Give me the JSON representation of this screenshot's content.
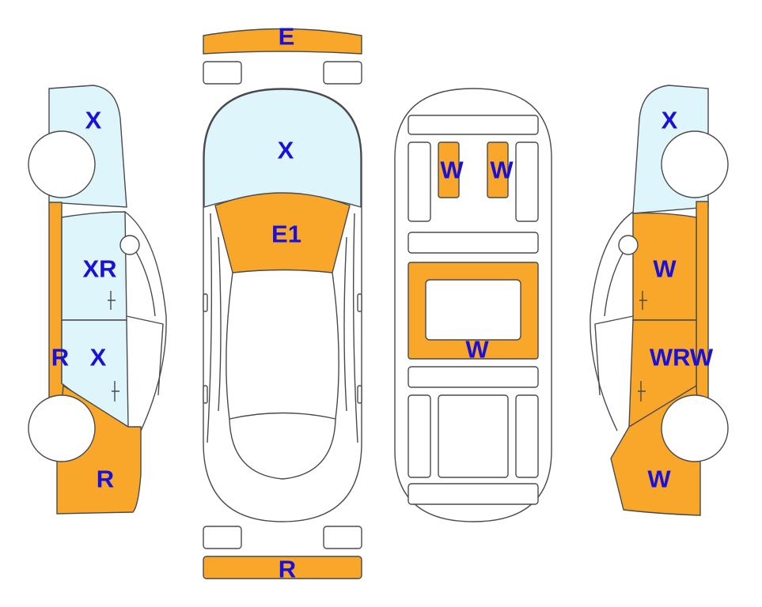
{
  "colors": {
    "damaged": "#f9a72b",
    "glass": "#def6fb",
    "outline": "#4a4a4a",
    "label": "#1a10d8"
  },
  "labels": {
    "front_bumper": "E",
    "windshield": "X",
    "hood": "E1",
    "rear_bumper": "R",
    "interior_seat_left": "W",
    "interior_seat_right": "W",
    "interior_floor": "W",
    "left_rear_glass": "X",
    "left_rear_door": "XR",
    "left_quarter": "R",
    "left_front_door": "X",
    "left_front_fender": "R",
    "right_rear_glass": "X",
    "right_rear_door": "W",
    "right_front_door": "WRW",
    "right_front_fender": "W"
  }
}
